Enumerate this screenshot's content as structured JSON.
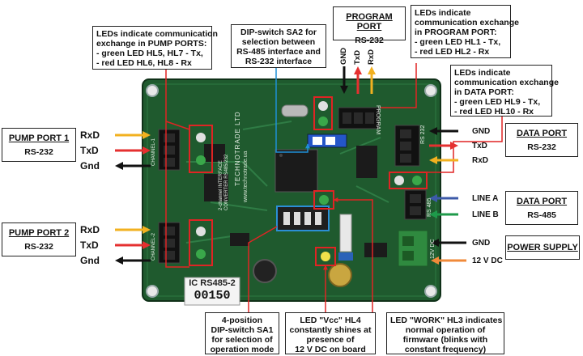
{
  "callouts": {
    "pump_leds": [
      "LEDs indicate communication",
      "exchange in PUMP PORTS:",
      "- green LED HL5, HL7 - Tx,",
      "- red LED HL6, HL8 - Rx"
    ],
    "dip_sa2": [
      "DIP-switch SA2 for",
      "selection between",
      "RS-485 interface and",
      "RS-232 interface"
    ],
    "program_leds": [
      "LEDs indicate",
      "communication exchange",
      "in PROGRAM PORT:",
      "- green LED HL1 - Tx,",
      "- red LED HL2 - Rx"
    ],
    "data_leds": [
      "LEDs indicate",
      "communication exchange",
      "in DATA PORT:",
      "- green LED HL9 - Tx,",
      "- red LED HL10 - Rx"
    ],
    "dip_sa1": [
      "4-position",
      "DIP-switch SA1",
      "for selection of",
      "operation mode"
    ],
    "led_vcc": [
      "LED \"Vcc\" HL4",
      "constantly shines at",
      "presence of",
      "12 V DC on board"
    ],
    "led_work": [
      "LED \"WORK\" HL3 indicates",
      "normal operation of",
      "firmware (blinks with",
      "constant frequency)"
    ]
  },
  "ports": {
    "program": {
      "title": "PROGRAM PORT",
      "sub": "RS-232"
    },
    "pump1": {
      "title": "PUMP PORT 1",
      "sub": "RS-232"
    },
    "pump2": {
      "title": "PUMP PORT 2",
      "sub": "RS-232"
    },
    "data232": {
      "title": "DATA PORT",
      "sub": "RS-232"
    },
    "data485": {
      "title": "DATA PORT",
      "sub": "RS-485"
    },
    "power": {
      "title": "POWER SUPPLY",
      "sub": ""
    }
  },
  "signals": {
    "pump1": [
      "RxD",
      "TxD",
      "Gnd"
    ],
    "pump2": [
      "RxD",
      "TxD",
      "Gnd"
    ],
    "program": [
      "GND",
      "TxD",
      "RxD"
    ],
    "data232": [
      "GND",
      "TxD",
      "RxD"
    ],
    "data485": [
      "LINE A",
      "LINE B"
    ],
    "power": [
      "GND",
      "12 V DC"
    ]
  },
  "board": {
    "label_model": "IC RS485-2",
    "label_serial": "00150",
    "silk_brand": "TECHNOTRADE LTD",
    "silk_url": "www.technotrade.ua",
    "silk_rs232": "RS 232",
    "silk_rs485": "RS 485",
    "silk_12vdc": "12V DC",
    "silk_program": "PROGRAM",
    "silk_channel1": "CHANNEL-1",
    "silk_channel2": "CHANNEL-2",
    "silk_interface": "2-channel INTERFACE CONVERTER RS485/232"
  },
  "colors": {
    "board_green": "#1f5a2e",
    "rx_arrow": "#f2b120",
    "tx_arrow": "#e53030",
    "gnd_arrow": "#111111",
    "line_a_arrow": "#3c5aa8",
    "line_b_arrow": "#1e9a4a",
    "v12_arrow": "#f08a3a",
    "led_ring": "#e02424"
  }
}
